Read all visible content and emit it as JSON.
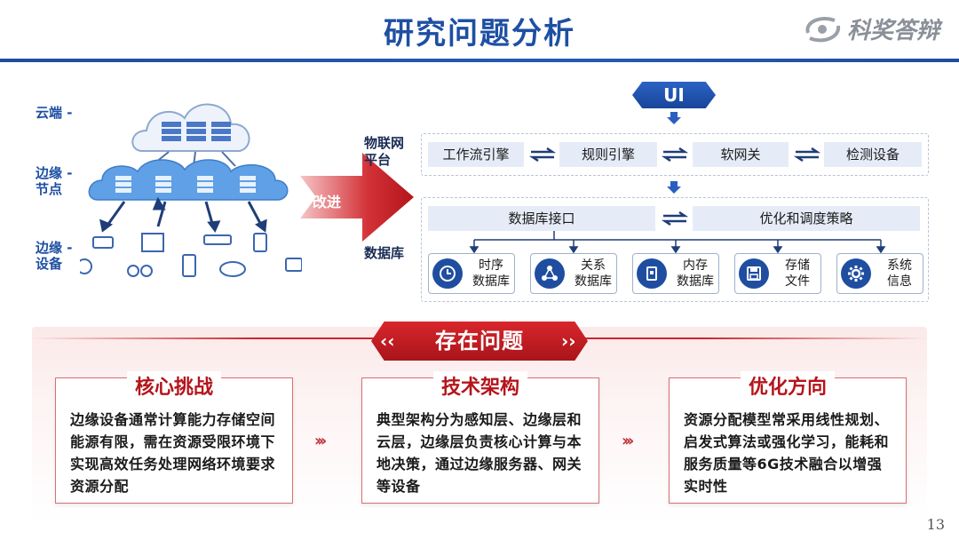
{
  "header": {
    "title": "研究问题分析",
    "brand": "科奖答辩"
  },
  "left_diagram": {
    "cloud_label": "云端",
    "edge_label_1": "边缘",
    "edge_label_2": "节点",
    "device_label_1": "边缘",
    "device_label_2": "设备",
    "improve_label": "改进"
  },
  "architecture": {
    "ui_label": "UI",
    "iot_label_1": "物联网",
    "iot_label_2": "平台",
    "iot_items": [
      "工作流引擎",
      "规则引擎",
      "软网关",
      "检测设备"
    ],
    "db_label": "数据库",
    "db_interface": "数据库接口",
    "db_strategy": "优化和调度策略",
    "db_cards": [
      {
        "line1": "时序",
        "line2": "数据库",
        "icon": "clock-icon"
      },
      {
        "line1": "关系",
        "line2": "数据库",
        "icon": "relation-icon"
      },
      {
        "line1": "内存",
        "line2": "数据库",
        "icon": "memory-icon"
      },
      {
        "line1": "存储",
        "line2": "文件",
        "icon": "save-icon"
      },
      {
        "line1": "系统",
        "line2": "信息",
        "icon": "gear-icon"
      }
    ]
  },
  "problems": {
    "banner": "存在问题",
    "cards": [
      {
        "title": "核心挑战",
        "body": "边缘设备通常计算能力存储空间能源有限，需在资源受限环境下实现高效任务处理网络环境要求资源分配"
      },
      {
        "title": "技术架构",
        "body": "典型架构分为感知层、边缘层和云层，边缘层负责核心计算与本地决策，通过边缘服务器、网关等设备"
      },
      {
        "title": "优化方向",
        "body": "资源分配模型常采用线性规划、启发式算法或强化学习，能耗和服务质量等6G技术融合以增强实时性"
      }
    ]
  },
  "page_number": "13",
  "colors": {
    "primary_blue": "#1e4fa3",
    "accent_red": "#b5141b"
  }
}
